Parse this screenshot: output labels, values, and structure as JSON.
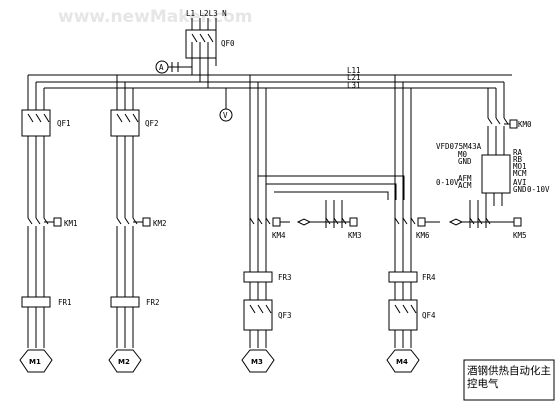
{
  "watermark": "www.newMaker.com",
  "labels": {
    "supply": "L1 L2L3 N",
    "qf0": "QF0",
    "ammeter": "A",
    "voltmeter": "V",
    "l11": "L11",
    "l21": "L21",
    "l31": "L31",
    "qf1": "QF1",
    "qf2": "QF2",
    "qf3": "QF3",
    "qf4": "QF4",
    "km0": "KM0",
    "km1": "KM1",
    "km2": "KM2",
    "km3": "KM3",
    "km4": "KM4",
    "km5": "KM5",
    "km6": "KM6",
    "fr1": "FR1",
    "fr2": "FR2",
    "fr3": "FR3",
    "fr4": "FR4",
    "vfd_model": "VFD075M43A",
    "m0": "M0",
    "gnd": "GND",
    "afm": "AFM",
    "acm": "ACM",
    "range_left": "0-10V",
    "ra": "RA",
    "rb": "RB",
    "mo1": "MO1",
    "mcm": "MCM",
    "avi": "AVI",
    "gnd_right": "GND",
    "range_right": "0-10V",
    "m1": "M1",
    "m2": "M2",
    "m3": "M3",
    "m4": "M4",
    "title_line1": "酒钢供热自动化主",
    "title_line2": "控电气"
  }
}
